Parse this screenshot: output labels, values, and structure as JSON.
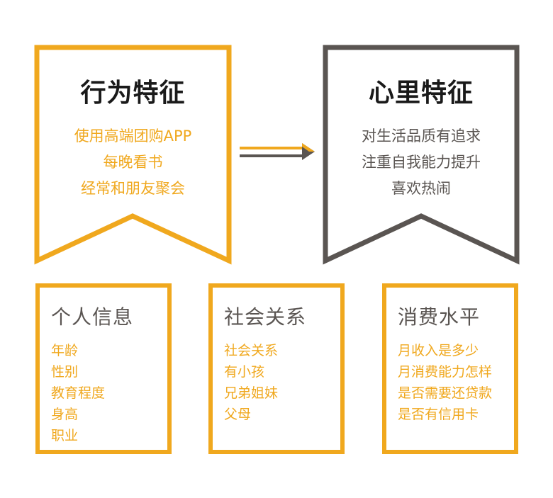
{
  "colors": {
    "orange": "#f0a81e",
    "grey": "#5a5552"
  },
  "behavior": {
    "title": "行为特征",
    "lines": [
      "使用高端团购APP",
      "每晚看书",
      "经常和朋友聚会"
    ]
  },
  "psychology": {
    "title": "心里特征",
    "lines": [
      "对生活品质有追求",
      "注重自我能力提升",
      "喜欢热闹"
    ]
  },
  "boxes": [
    {
      "title": "个人信息",
      "items": [
        "年龄",
        "性别",
        "教育程度",
        "身高",
        "职业"
      ]
    },
    {
      "title": "社会关系",
      "items": [
        "社会关系",
        "有小孩",
        "兄弟姐妹",
        "父母"
      ]
    },
    {
      "title": "消费水平",
      "items": [
        "月收入是多少",
        "月消费能力怎样",
        "是否需要还贷款",
        "是否有信用卡"
      ]
    }
  ]
}
